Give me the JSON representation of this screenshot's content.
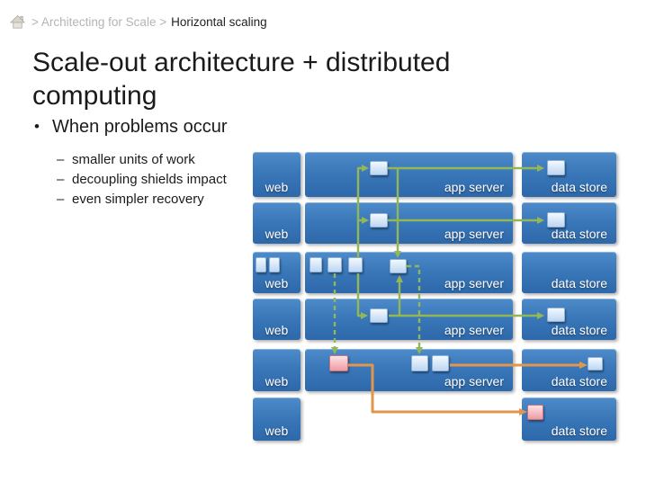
{
  "breadcrumb": {
    "path_muted": "> Architecting for Scale >",
    "current": "Horizontal scaling"
  },
  "title": "Scale-out architecture + distributed computing",
  "bullets": {
    "marker": "•",
    "main": "When problems occur",
    "sub_marker": "–",
    "subs": [
      "smaller units of work",
      "decoupling shields impact",
      "even simpler recovery"
    ]
  },
  "diagram": {
    "rows": [
      {
        "web": "web",
        "app": "app server",
        "data": "data store"
      },
      {
        "web": "web",
        "app": "app server",
        "data": "data store"
      },
      {
        "web": "web",
        "app": "app server",
        "data": "data store"
      },
      {
        "web": "web",
        "app": "app server",
        "data": "data store"
      },
      {
        "web": "web",
        "app": "app server",
        "data": "data store"
      },
      {
        "web": "web",
        "data": "data store"
      }
    ],
    "colors": {
      "flow_green": "#93b756",
      "flow_orange": "#e2954d",
      "box_blue_top": "#4e8bca",
      "box_blue_bottom": "#2d68aa",
      "chip_blue": "#bdd6f2",
      "chip_pink": "#f09aa4"
    }
  }
}
